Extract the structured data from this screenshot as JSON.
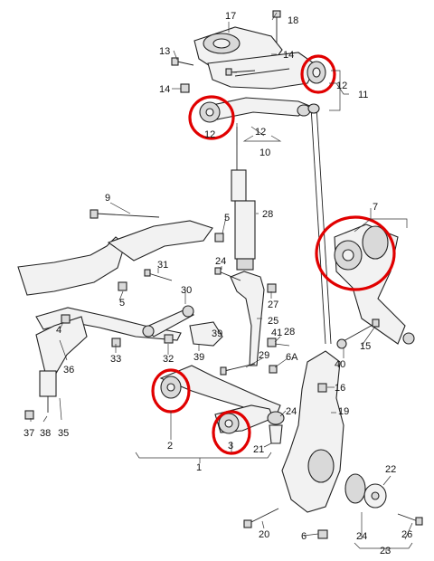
{
  "diagram": {
    "highlight_color": "#e10000",
    "line_color": "#222222",
    "labels": [
      "1",
      "2",
      "3",
      "4",
      "5",
      "5",
      "6",
      "6A",
      "7",
      "9",
      "10",
      "11",
      "12",
      "12",
      "12",
      "13",
      "14",
      "14",
      "15",
      "16",
      "17",
      "18",
      "19",
      "20",
      "21",
      "22",
      "23",
      "24",
      "24",
      "25",
      "26",
      "27",
      "28",
      "28",
      "29",
      "30",
      "31",
      "32",
      "33",
      "34",
      "35",
      "36",
      "37",
      "38",
      "39",
      "40",
      "41"
    ]
  }
}
